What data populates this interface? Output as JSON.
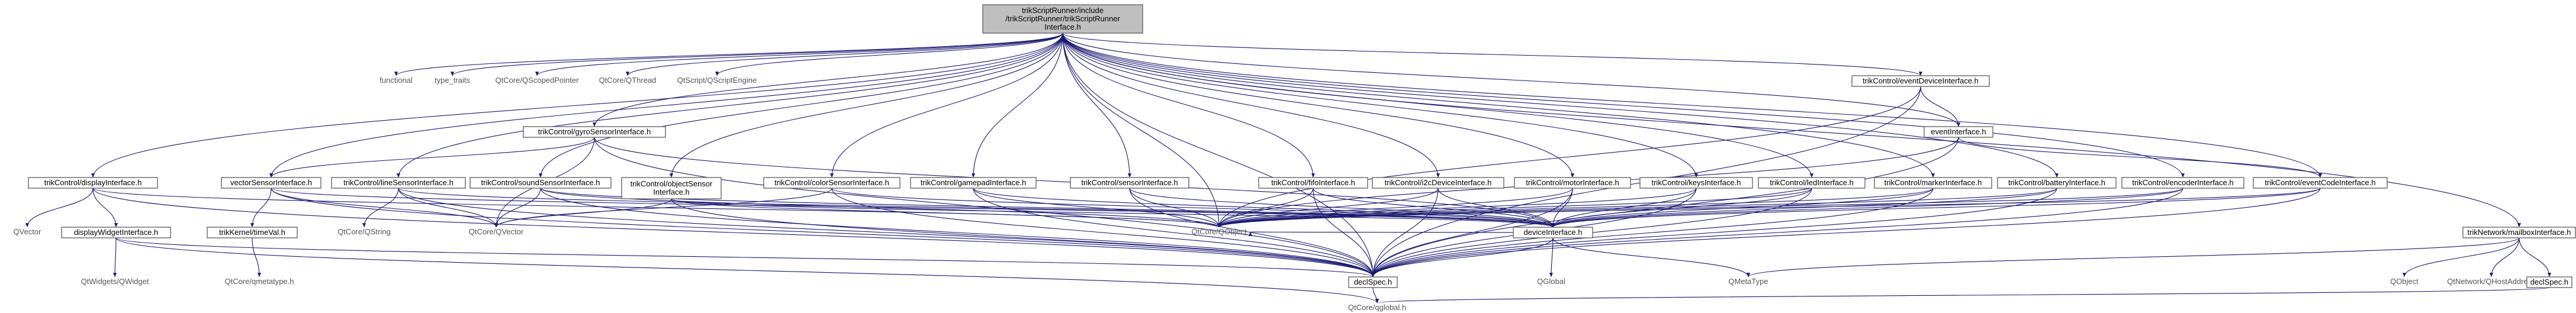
{
  "nodes": {
    "root": {
      "lines": [
        "trikScriptRunner/include",
        "/trikScriptRunner/trikScriptRunner",
        "Interface.h"
      ]
    },
    "functional": {
      "lines": [
        "functional"
      ]
    },
    "type_traits": {
      "lines": [
        "type_traits"
      ]
    },
    "qscopedpointer": {
      "lines": [
        "QtCore/QScopedPointer"
      ]
    },
    "qthread": {
      "lines": [
        "QtCore/QThread"
      ]
    },
    "qscriptengine": {
      "lines": [
        "QtScript/QScriptEngine"
      ]
    },
    "eventDevice": {
      "lines": [
        "trikControl/eventDeviceInterface.h"
      ]
    },
    "eventIface": {
      "lines": [
        "eventInterface.h"
      ]
    },
    "gyro": {
      "lines": [
        "trikControl/gyroSensorInterface.h"
      ]
    },
    "display": {
      "lines": [
        "trikControl/displayInterface.h"
      ]
    },
    "vectorSensor": {
      "lines": [
        "vectorSensorInterface.h"
      ]
    },
    "lineSensor": {
      "lines": [
        "trikControl/lineSensorInterface.h"
      ]
    },
    "soundSensor": {
      "lines": [
        "trikControl/soundSensorInterface.h"
      ]
    },
    "objectSensor": {
      "lines": [
        "trikControl/objectSensor",
        "Interface.h"
      ]
    },
    "colorSensor": {
      "lines": [
        "trikControl/colorSensorInterface.h"
      ]
    },
    "gamepad": {
      "lines": [
        "trikControl/gamepadInterface.h"
      ]
    },
    "sensorIface": {
      "lines": [
        "trikControl/sensorInterface.h"
      ]
    },
    "fifo": {
      "lines": [
        "trikControl/fifoInterface.h"
      ]
    },
    "i2c": {
      "lines": [
        "trikControl/i2cDeviceInterface.h"
      ]
    },
    "motor": {
      "lines": [
        "trikControl/motorInterface.h"
      ]
    },
    "keys": {
      "lines": [
        "trikControl/keysInterface.h"
      ]
    },
    "led": {
      "lines": [
        "trikControl/ledInterface.h"
      ]
    },
    "marker": {
      "lines": [
        "trikControl/markerInterface.h"
      ]
    },
    "battery": {
      "lines": [
        "trikControl/batteryInterface.h"
      ]
    },
    "encoder": {
      "lines": [
        "trikControl/encoderInterface.h"
      ]
    },
    "eventCode": {
      "lines": [
        "trikControl/eventCodeInterface.h"
      ]
    },
    "mailbox": {
      "lines": [
        "trikNetwork/mailboxInterface.h"
      ]
    },
    "qvector": {
      "lines": [
        "QVector"
      ]
    },
    "displayWidget": {
      "lines": [
        "displayWidgetInterface.h"
      ]
    },
    "timeVal": {
      "lines": [
        "trikKernel/timeVal.h"
      ]
    },
    "qstring": {
      "lines": [
        "QtCore/QString"
      ]
    },
    "qcoreqvector": {
      "lines": [
        "QtCore/QVector"
      ]
    },
    "qobject": {
      "lines": [
        "QtCore/QObject"
      ]
    },
    "deviceIface": {
      "lines": [
        "deviceInterface.h"
      ]
    },
    "qwidget": {
      "lines": [
        "QtWidgets/QWidget"
      ]
    },
    "qmetatype": {
      "lines": [
        "QtCore/qmetatype.h"
      ]
    },
    "declSpec": {
      "lines": [
        "declSpec.h"
      ]
    },
    "qglobalName": {
      "lines": [
        "QGlobal"
      ]
    },
    "qmetaTypeName": {
      "lines": [
        "QMetaType"
      ]
    },
    "qobjectName": {
      "lines": [
        "QObject"
      ]
    },
    "qhostaddress": {
      "lines": [
        "QtNetwork/QHostAddress"
      ]
    },
    "declSpec2": {
      "lines": [
        "declSpec.h"
      ]
    },
    "qglobalh": {
      "lines": [
        "QtCore/qglobal.h"
      ]
    }
  }
}
